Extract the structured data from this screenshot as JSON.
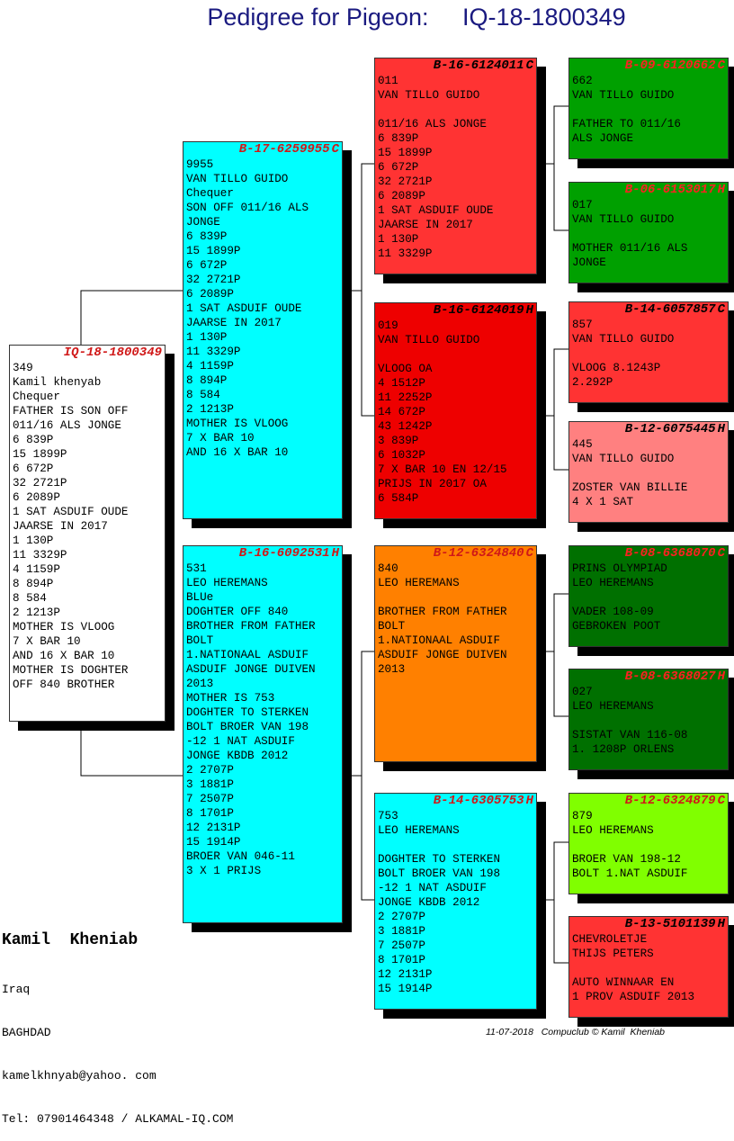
{
  "title": {
    "label": "Pedigree for Pigeon:",
    "ring": "IQ-18-1800349"
  },
  "cards": [
    {
      "id": "main",
      "ring": "IQ-18-1800349",
      "sex": "",
      "bg": "#ffffff",
      "hdr_color": "#d01818",
      "hdr_bg": "#ffffff",
      "text_color": "#000000",
      "lines": [
        "349",
        "Kamil khenyab",
        "Chequer",
        "FATHER IS SON OFF",
        "011/16 ALS JONGE",
        "6 839P",
        "15 1899P",
        "6 672P",
        "32 2721P",
        "6 2089P",
        "1 SAT ASDUIF OUDE",
        "JAARSE IN 2017",
        "1 130P",
        "11 3329P",
        "4 1159P",
        "8 894P",
        "8 584",
        "2 1213P",
        "MOTHER IS VLOOG",
        "7 X BAR 10",
        "AND 16 X BAR 10",
        "MOTHER IS DOGHTER",
        "OFF 840 BROTHER"
      ]
    },
    {
      "id": "father",
      "ring": "B-17-6259955",
      "sex": "C",
      "bg": "#00ffff",
      "hdr_color": "#d01818",
      "hdr_bg": "#00ffff",
      "text_color": "#000000",
      "lines": [
        "9955",
        "VAN TILLO GUIDO",
        "Chequer",
        "SON OFF 011/16 ALS",
        "JONGE",
        "6 839P",
        "15 1899P",
        "6 672P",
        "32 2721P",
        "6 2089P",
        "1 SAT ASDUIF OUDE",
        "JAARSE IN 2017",
        "1 130P",
        "11 3329P",
        "4 1159P",
        "8 894P",
        "8 584",
        "2 1213P",
        "MOTHER IS VLOOG",
        "7 X BAR 10",
        "AND 16 X BAR 10"
      ]
    },
    {
      "id": "mother",
      "ring": "B-16-6092531",
      "sex": "H",
      "bg": "#00ffff",
      "hdr_color": "#d01818",
      "hdr_bg": "#00ffff",
      "text_color": "#000000",
      "lines": [
        "531",
        "LEO HEREMANS",
        "BLUe",
        "DOGHTER OFF 840",
        "BROTHER FROM FATHER",
        "BOLT",
        "1.NATIONAAL ASDUIF",
        "ASDUIF JONGE DUIVEN",
        "2013",
        "MOTHER IS 753",
        "DOGHTER TO STERKEN",
        "BOLT BROER VAN 198",
        "-12 1 NAT ASDUIF",
        "JONGE KBDB 2012",
        "2 2707P",
        "3 1881P",
        "7 2507P",
        "8 1701P",
        "12 2131P",
        "15 1914P",
        "BROER VAN 046-11",
        "3 X 1 PRIJS"
      ]
    },
    {
      "id": "ff",
      "ring": "B-16-6124011",
      "sex": "C",
      "bg": "#ff3333",
      "hdr_color": "#000000",
      "hdr_bg": "#ff3333",
      "text_color": "#000000",
      "lines": [
        "011",
        "VAN TILLO GUIDO",
        "",
        "011/16 ALS JONGE",
        "6 839P",
        "15 1899P",
        "6 672P",
        "32 2721P",
        "6 2089P",
        "1 SAT ASDUIF OUDE",
        "JAARSE IN 2017",
        "1 130P",
        "11 3329P"
      ]
    },
    {
      "id": "fm",
      "ring": "B-16-6124019",
      "sex": "H",
      "bg": "#ee0000",
      "hdr_color": "#000000",
      "hdr_bg": "#ee0000",
      "text_color": "#000000",
      "lines": [
        "019",
        "VAN TILLO GUIDO",
        "",
        "VLOOG OA",
        "4 1512P",
        "11 2252P",
        "14 672P",
        "43 1242P",
        "3 839P",
        "6 1032P",
        "7 X BAR 10 EN 12/15",
        "PRIJS IN 2017 OA",
        "6 584P"
      ]
    },
    {
      "id": "mf",
      "ring": "B-12-6324840",
      "sex": "C",
      "bg": "#ff8000",
      "hdr_color": "#d01818",
      "hdr_bg": "#ff8000",
      "text_color": "#000000",
      "lines": [
        "840",
        "LEO HEREMANS",
        "",
        "BROTHER FROM FATHER",
        "BOLT",
        "1.NATIONAAL ASDUIF",
        "ASDUIF JONGE DUIVEN",
        "2013"
      ]
    },
    {
      "id": "mm",
      "ring": "B-14-6305753",
      "sex": "H",
      "bg": "#00ffff",
      "hdr_color": "#d01818",
      "hdr_bg": "#00ffff",
      "text_color": "#000000",
      "lines": [
        "753",
        "LEO HEREMANS",
        "",
        "DOGHTER TO STERKEN",
        "BOLT BROER VAN 198",
        "-12 1 NAT ASDUIF",
        "JONGE KBDB 2012",
        "2 2707P",
        "3 1881P",
        "7 2507P",
        "8 1701P",
        "12 2131P",
        "15 1914P"
      ]
    },
    {
      "id": "fff",
      "ring": "B-09-6120662",
      "sex": "C",
      "bg": "#00a000",
      "hdr_color": "#ff2020",
      "hdr_bg": "#00a000",
      "text_color": "#000000",
      "lines": [
        "662",
        "VAN TILLO GUIDO",
        "",
        "FATHER TO 011/16",
        "ALS JONGE"
      ]
    },
    {
      "id": "ffm",
      "ring": "B-06-6153017",
      "sex": "H",
      "bg": "#00a000",
      "hdr_color": "#ff2020",
      "hdr_bg": "#00a000",
      "text_color": "#000000",
      "lines": [
        "017",
        "VAN TILLO GUIDO",
        "",
        "MOTHER 011/16 ALS",
        "JONGE"
      ]
    },
    {
      "id": "fmf",
      "ring": "B-14-6057857",
      "sex": "C",
      "bg": "#ff3333",
      "hdr_color": "#000000",
      "hdr_bg": "#ff3333",
      "text_color": "#000000",
      "lines": [
        "857",
        "VAN TILLO GUIDO",
        "",
        "VLOOG 8.1243P",
        "2.292P"
      ]
    },
    {
      "id": "fmm",
      "ring": "B-12-6075445",
      "sex": "H",
      "bg": "#ff8080",
      "hdr_color": "#000000",
      "hdr_bg": "#ff8080",
      "text_color": "#000000",
      "lines": [
        "445",
        "VAN TILLO GUIDO",
        "",
        "ZOSTER VAN BILLIE",
        "4 X 1 SAT"
      ]
    },
    {
      "id": "mff",
      "ring": "B-08-6368070",
      "sex": "C",
      "bg": "#007000",
      "hdr_color": "#ff2020",
      "hdr_bg": "#007000",
      "text_color": "#000000",
      "lines": [
        "PRINS OLYMPIAD",
        "LEO HEREMANS",
        "",
        "VADER 108-09",
        "GEBROKEN POOT"
      ]
    },
    {
      "id": "mfm",
      "ring": "B-08-6368027",
      "sex": "H",
      "bg": "#007000",
      "hdr_color": "#ff2020",
      "hdr_bg": "#007000",
      "text_color": "#000000",
      "lines": [
        "027",
        "LEO HEREMANS",
        "",
        "SISTAT VAN 116-08",
        "1. 1208P ORLENS"
      ]
    },
    {
      "id": "mmf",
      "ring": "B-12-6324879",
      "sex": "C",
      "bg": "#80ff00",
      "hdr_color": "#d01818",
      "hdr_bg": "#80ff00",
      "text_color": "#000000",
      "lines": [
        "879",
        "LEO HEREMANS",
        "",
        "BROER VAN 198-12",
        "BOLT 1.NAT ASDUIF"
      ]
    },
    {
      "id": "mmm",
      "ring": "B-13-5101139",
      "sex": "H",
      "bg": "#ff3333",
      "hdr_color": "#000000",
      "hdr_bg": "#ff3333",
      "text_color": "#000000",
      "lines": [
        "CHEVROLETJE",
        "THIJS PETERS",
        "",
        "AUTO WINNAAR EN",
        "1 PROV ASDUIF 2013"
      ]
    }
  ],
  "footer": {
    "name": "Kamil  Kheniab",
    "lines": [
      "Iraq",
      "BAGHDAD",
      "kamelkhnyab@yahoo. com",
      "Tel: 07901464348 / ALKAMAL-IQ.COM"
    ]
  },
  "credits": {
    "date": "11-07-2018",
    "software": "Compuclub © Kamil  Kheniab"
  }
}
